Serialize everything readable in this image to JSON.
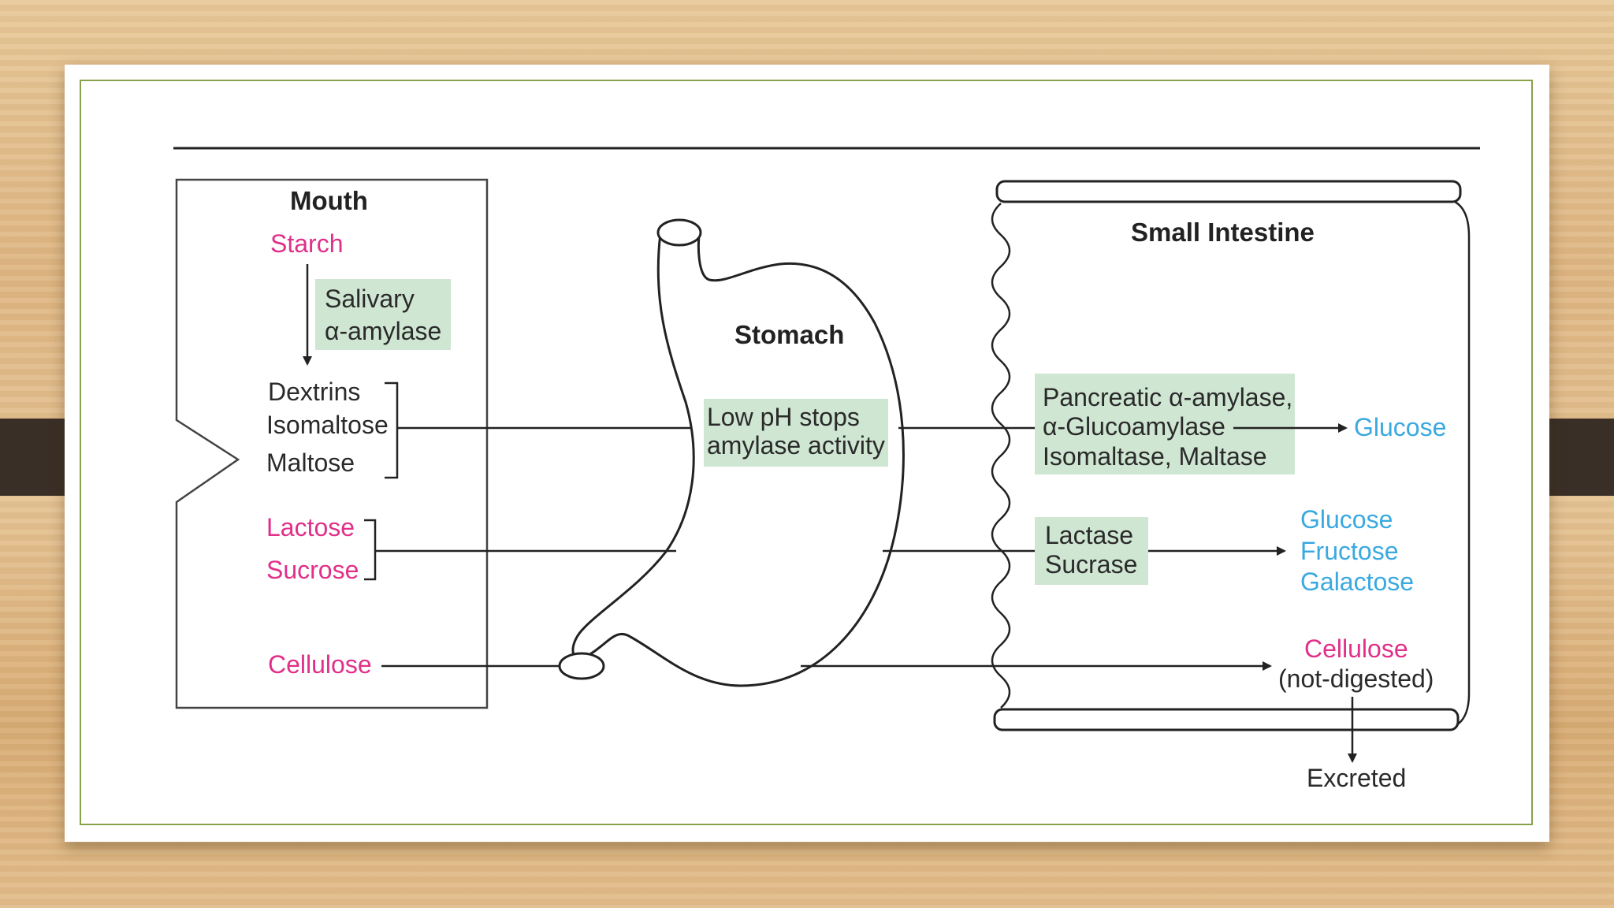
{
  "diagram": {
    "mouth": {
      "title": "Mouth",
      "starch": "Starch",
      "enzyme_line1": "Salivary",
      "enzyme_line2": "α-amylase",
      "products": [
        "Dextrins",
        "Isomaltose",
        "Maltose"
      ],
      "disaccharides": [
        "Lactose",
        "Sucrose"
      ],
      "cellulose": "Cellulose"
    },
    "stomach": {
      "title": "Stomach",
      "note_line1": "Low pH stops",
      "note_line2": "amylase activity"
    },
    "small_intestine": {
      "title": "Small Intestine",
      "enzymes_line1": "Pancreatic α-amylase,",
      "enzymes_line2": "α-Glucoamylase",
      "enzymes_line3": "Isomaltase, Maltase",
      "product1": "Glucose",
      "enzymes2_line1": "Lactase",
      "enzymes2_line2": "Sucrase",
      "products2": [
        "Glucose",
        "Fructose",
        "Galactose"
      ],
      "cellulose_line1": "Cellulose",
      "cellulose_line2": "(not-digested)",
      "excreted": "Excreted"
    },
    "colors": {
      "sugar_pink": "#e0308a",
      "product_blue": "#3aa9e0",
      "enzyme_box": "#cfe6d2",
      "frame_green": "#8aa04a"
    }
  }
}
